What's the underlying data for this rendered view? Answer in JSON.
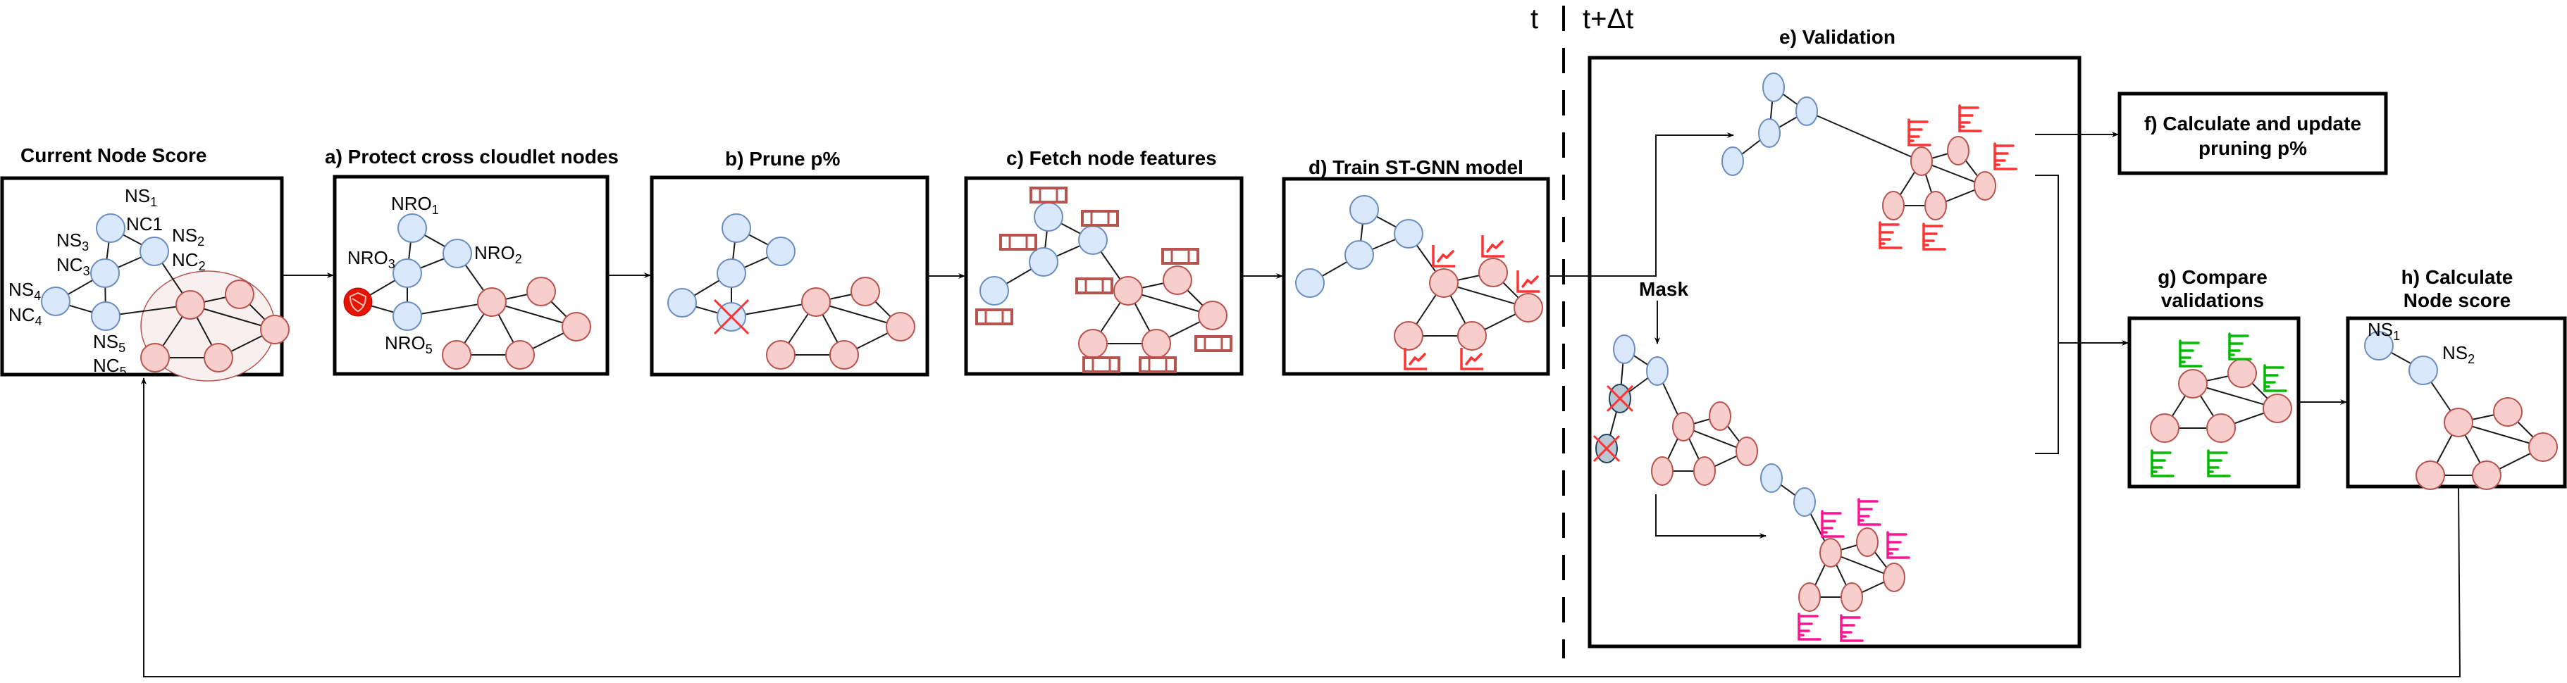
{
  "time_markers": {
    "before": "t",
    "after": "t+Δt"
  },
  "colors": {
    "source_node": "#dae8fc",
    "source_stroke": "#6c8ebf",
    "cloudlet_node": "#f8cecc",
    "cloudlet_stroke": "#b85450",
    "masked_node": "#bac8d3",
    "prune_cross": "#ff3333",
    "feature_box": "#b85450",
    "trend_icon": "#ff3333",
    "validation_icon_a": "#ff3333",
    "validation_icon_b": "#ff1493",
    "compare_icon": "#00bb00",
    "shield": "#e51400"
  },
  "stages": {
    "current": {
      "title": "Current Node Score",
      "labels": [
        {
          "main": "NS",
          "sub": "1"
        },
        {
          "main": "NC1",
          "sub": ""
        },
        {
          "main": "NS",
          "sub": "2"
        },
        {
          "main": "NC",
          "sub": "2"
        },
        {
          "main": "NS",
          "sub": "3"
        },
        {
          "main": "NC",
          "sub": "3"
        },
        {
          "main": "NS",
          "sub": "4"
        },
        {
          "main": "NC",
          "sub": "4"
        },
        {
          "main": "NS",
          "sub": "5"
        },
        {
          "main": "NC",
          "sub": "5"
        }
      ]
    },
    "a": {
      "title": "a) Protect cross cloudlet nodes",
      "labels": [
        {
          "main": "NRO",
          "sub": "1"
        },
        {
          "main": "NRO",
          "sub": "2"
        },
        {
          "main": "NRO",
          "sub": "3"
        },
        {
          "main": "NRO",
          "sub": "5"
        }
      ],
      "icon": "shield-icon"
    },
    "b": {
      "title": "b) Prune p%",
      "icon": "cross-icon"
    },
    "c": {
      "title": "c) Fetch node features",
      "icon": "feature-vector-icon"
    },
    "d": {
      "title": "d) Train ST-GNN model",
      "icon": "line-chart-icon"
    },
    "e": {
      "title": "e) Validation",
      "mask_label": "Mask",
      "icon": "bar-list-icon"
    },
    "f": {
      "title_line1": "f) Calculate and update",
      "title_line2": "pruning p%"
    },
    "g": {
      "title_line1": "g) Compare",
      "title_line2": "validations"
    },
    "h": {
      "title_line1": "h) Calculate",
      "title_line2": "Node score",
      "labels": [
        {
          "main": "NS",
          "sub": "1"
        },
        {
          "main": "NS",
          "sub": "2"
        }
      ]
    }
  }
}
